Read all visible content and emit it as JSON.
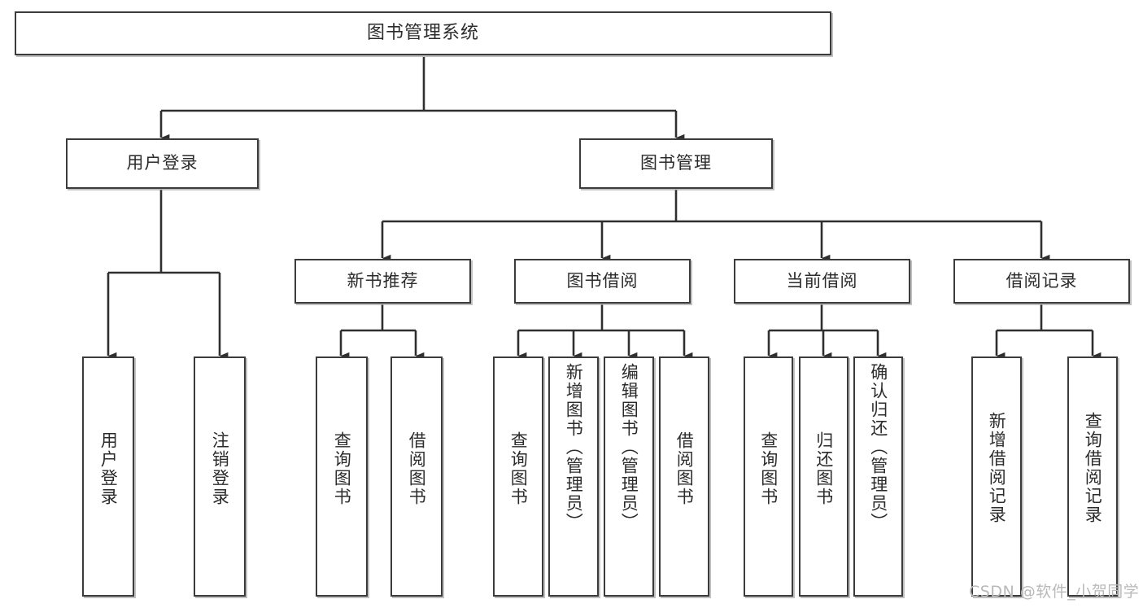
{
  "diagram": {
    "type": "tree",
    "title": "图书管理系统",
    "root": {
      "label": "图书管理系统"
    },
    "level2": [
      {
        "label": "用户登录"
      },
      {
        "label": "图书管理"
      }
    ],
    "level3": [
      {
        "label": "新书推荐"
      },
      {
        "label": "图书借阅"
      },
      {
        "label": "当前借阅"
      },
      {
        "label": "借阅记录"
      }
    ],
    "leaves": {
      "user_login": [
        {
          "label": "用户登录"
        },
        {
          "label": "注销登录"
        }
      ],
      "new_book_recommend": [
        {
          "label": "查询图书"
        },
        {
          "label": "借阅图书"
        }
      ],
      "book_borrow": [
        {
          "label": "查询图书"
        },
        {
          "label": "新增图书（管理员）"
        },
        {
          "label": "编辑图书（管理员）"
        },
        {
          "label": "借阅图书"
        }
      ],
      "current_borrow": [
        {
          "label": "查询图书"
        },
        {
          "label": "归还图书"
        },
        {
          "label": "确认归还（管理员）"
        }
      ],
      "borrow_record": [
        {
          "label": "新增借阅记录"
        },
        {
          "label": "查询借阅记录"
        }
      ]
    }
  },
  "watermark": {
    "text": "CSDN @软件_小贺同学"
  },
  "colors": {
    "border": "#3b3b3b",
    "line": "#2f2f2f",
    "text": "#2b2b2b",
    "background": "#ffffff",
    "watermark": "#b9b9b9"
  }
}
